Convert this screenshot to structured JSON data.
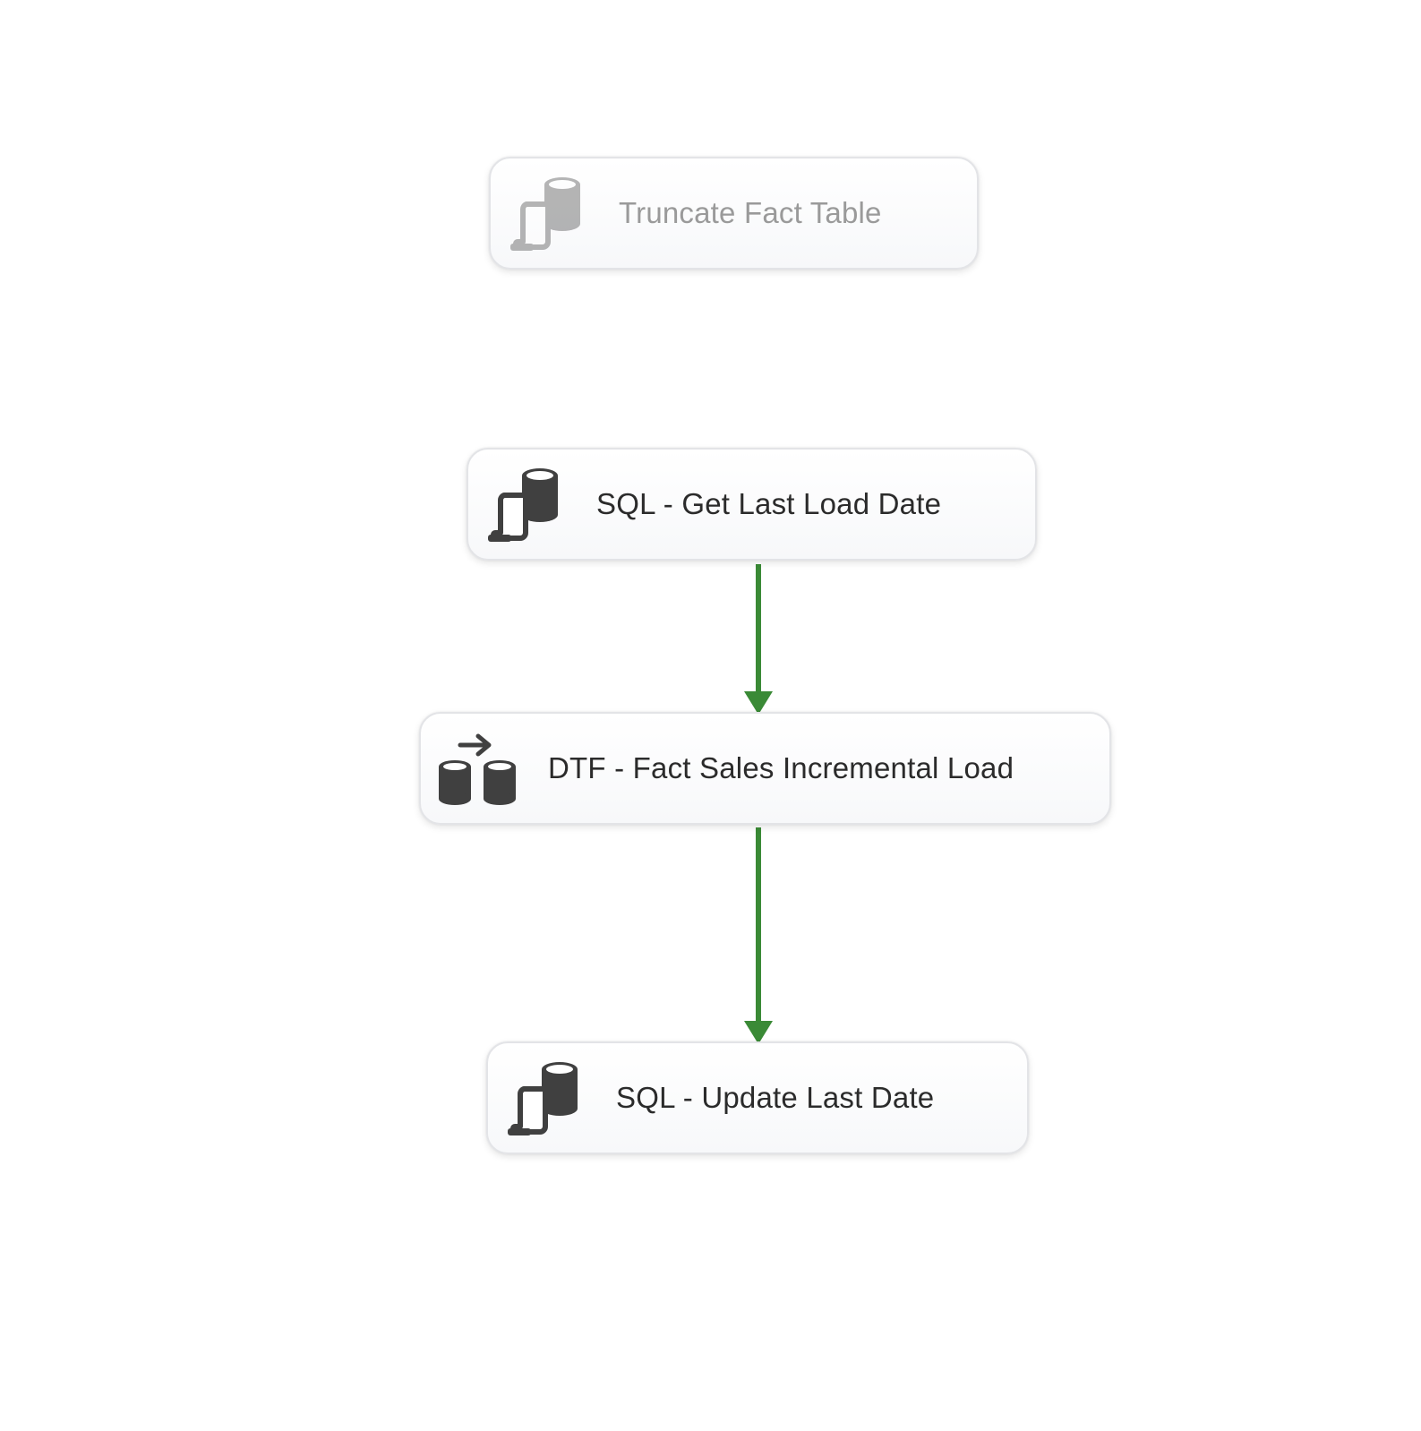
{
  "tasks": [
    {
      "id": "truncate",
      "label": "Truncate Fact Table",
      "icon": "execute-sql-task-icon",
      "disabled": true
    },
    {
      "id": "get-last",
      "label": "SQL - Get Last Load Date",
      "icon": "execute-sql-task-icon",
      "disabled": false
    },
    {
      "id": "dtf",
      "label": "DTF - Fact Sales Incremental Load",
      "icon": "data-flow-task-icon",
      "disabled": false
    },
    {
      "id": "update",
      "label": "SQL - Update Last Date",
      "icon": "execute-sql-task-icon",
      "disabled": false
    }
  ],
  "connections": [
    {
      "from": "get-last",
      "to": "dtf",
      "type": "success"
    },
    {
      "from": "dtf",
      "to": "update",
      "type": "success"
    }
  ],
  "colors": {
    "success": "#3a8a36",
    "icon": "#404040",
    "text": "#2b2b2b",
    "disabled_text": "#9a9a9a"
  }
}
